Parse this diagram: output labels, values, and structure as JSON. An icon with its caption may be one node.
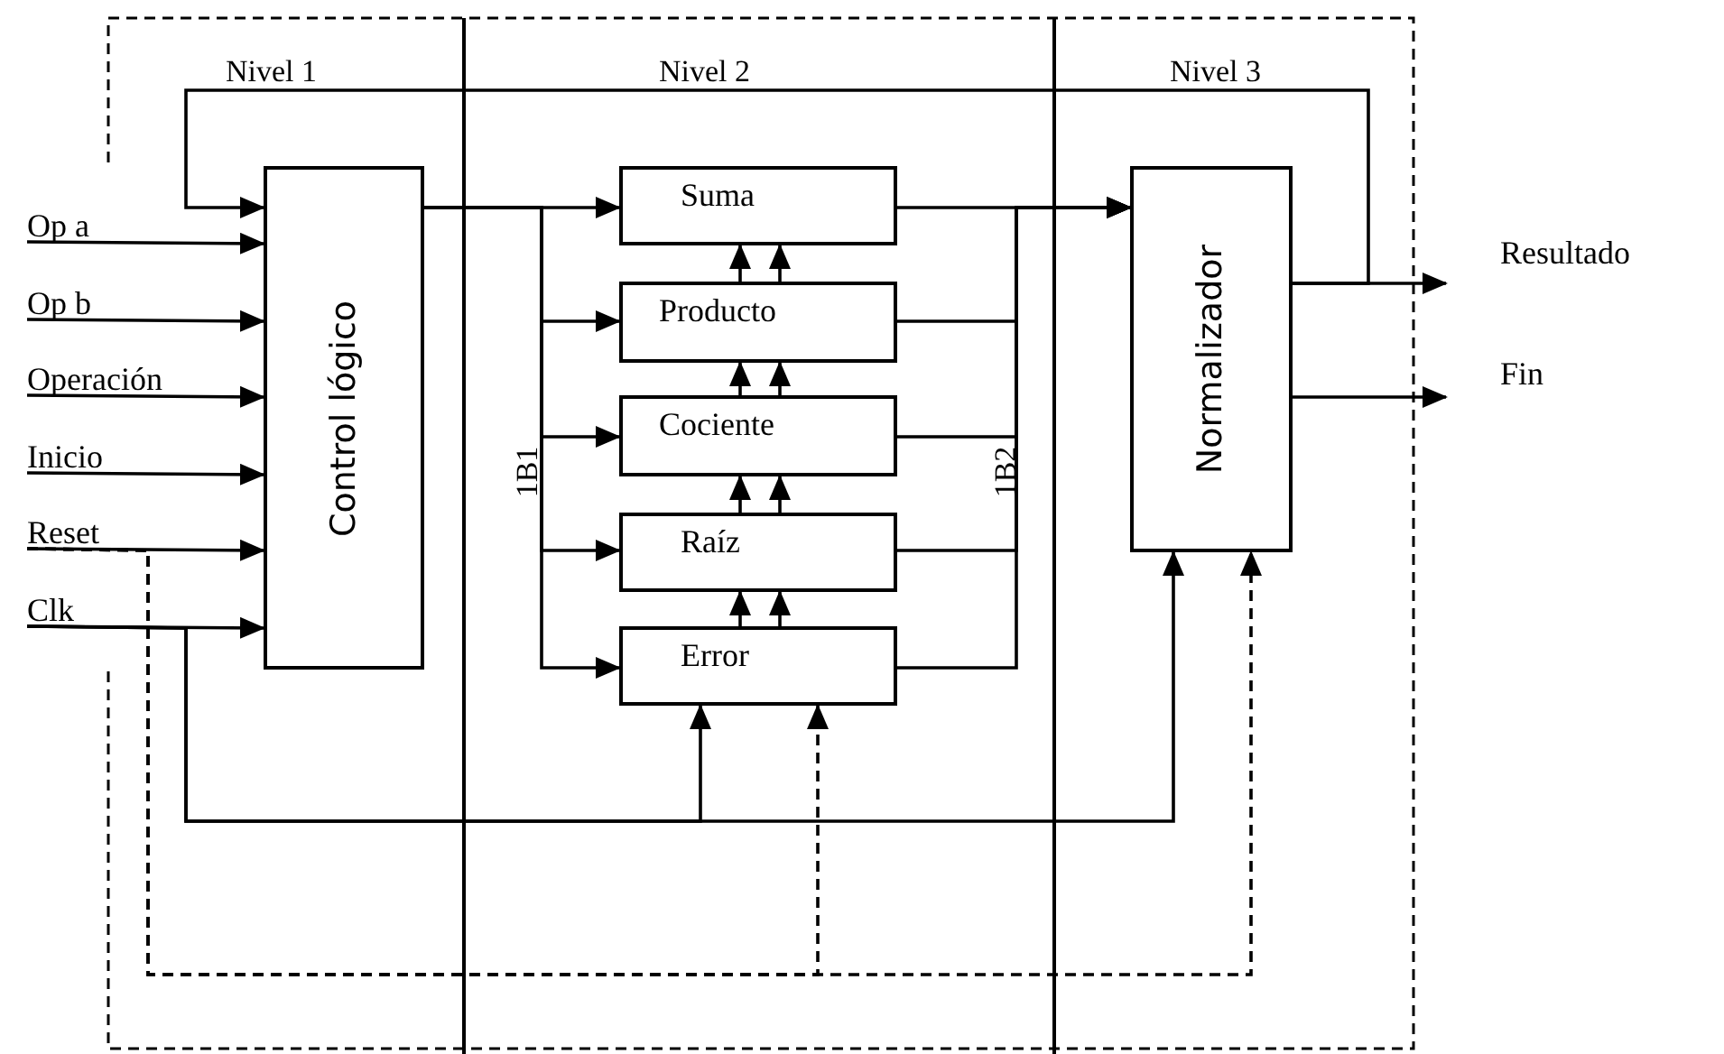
{
  "diagram": {
    "nodes": [
      {
        "text": [
          "Op a"
        ]
      },
      {
        "text": [
          "Op b"
        ]
      },
      {
        "text": [
          "Operación"
        ]
      },
      {
        "text": [
          "Inicio"
        ]
      },
      {
        "text": [
          "Reset"
        ]
      },
      {
        "text": [
          "Clk"
        ]
      },
      {
        "text": [
          "Control lógico"
        ]
      },
      {
        "text": [
          "Suma"
        ]
      },
      {
        "text": [
          "Producto"
        ]
      },
      {
        "text": [
          "Cociente"
        ]
      },
      {
        "text": [
          "Raíz"
        ]
      },
      {
        "text": [
          "Error"
        ]
      },
      {
        "text": [
          "Normalizador"
        ]
      },
      {
        "text": [
          "Resultado"
        ]
      },
      {
        "text": [
          "Fin"
        ]
      }
    ],
    "edges": [
      {
        "from": 0,
        "to": 6,
        "arrow": "to"
      },
      {
        "from": 1,
        "to": 6,
        "arrow": "to"
      },
      {
        "from": 2,
        "to": 6,
        "arrow": "to"
      },
      {
        "from": 3,
        "to": 6,
        "arrow": "to"
      },
      {
        "from": 4,
        "to": 6,
        "arrow": "to"
      },
      {
        "from": 5,
        "to": 6,
        "arrow": "to"
      },
      {
        "from": 12,
        "to": 6,
        "arrow": "to"
      },
      {
        "from": 6,
        "to": 7,
        "arrow": "to"
      },
      {
        "from": 6,
        "to": 8,
        "arrow": "to"
      },
      {
        "from": 6,
        "to": 9,
        "arrow": "to"
      },
      {
        "from": 6,
        "to": 10,
        "arrow": "to"
      },
      {
        "from": 6,
        "to": 11,
        "arrow": "to"
      },
      {
        "from": 8,
        "to": 7,
        "arrow": "to"
      },
      {
        "from": 8,
        "to": 7,
        "arrow": "to"
      },
      {
        "from": 9,
        "to": 8,
        "arrow": "to"
      },
      {
        "from": 9,
        "to": 8,
        "arrow": "to"
      },
      {
        "from": 10,
        "to": 9,
        "arrow": "to"
      },
      {
        "from": 10,
        "to": 9,
        "arrow": "to"
      },
      {
        "from": 11,
        "to": 10,
        "arrow": "to"
      },
      {
        "from": 11,
        "to": 10,
        "arrow": "to"
      },
      {
        "from": 7,
        "to": 12,
        "arrow": "to"
      },
      {
        "from": 8,
        "to": 12,
        "arrow": "to"
      },
      {
        "from": 9,
        "to": 12,
        "arrow": "to"
      },
      {
        "from": 10,
        "to": 12,
        "arrow": "to"
      },
      {
        "from": 11,
        "to": 12,
        "arrow": "to"
      },
      {
        "from": 12,
        "to": 13,
        "arrow": "to"
      },
      {
        "from": 12,
        "to": 14,
        "arrow": "to"
      },
      {
        "from": 5,
        "to": 11,
        "arrow": "to"
      },
      {
        "from": 5,
        "to": 12,
        "arrow": "to"
      },
      {
        "from": 4,
        "to": 11,
        "arrow": "to",
        "style": "dashed"
      },
      {
        "from": 4,
        "to": 12,
        "arrow": "to",
        "style": "dashed"
      }
    ],
    "labels": [
      "Nivel 1",
      "Nivel 2",
      "Nivel 3",
      "1B1",
      "1B2"
    ]
  }
}
